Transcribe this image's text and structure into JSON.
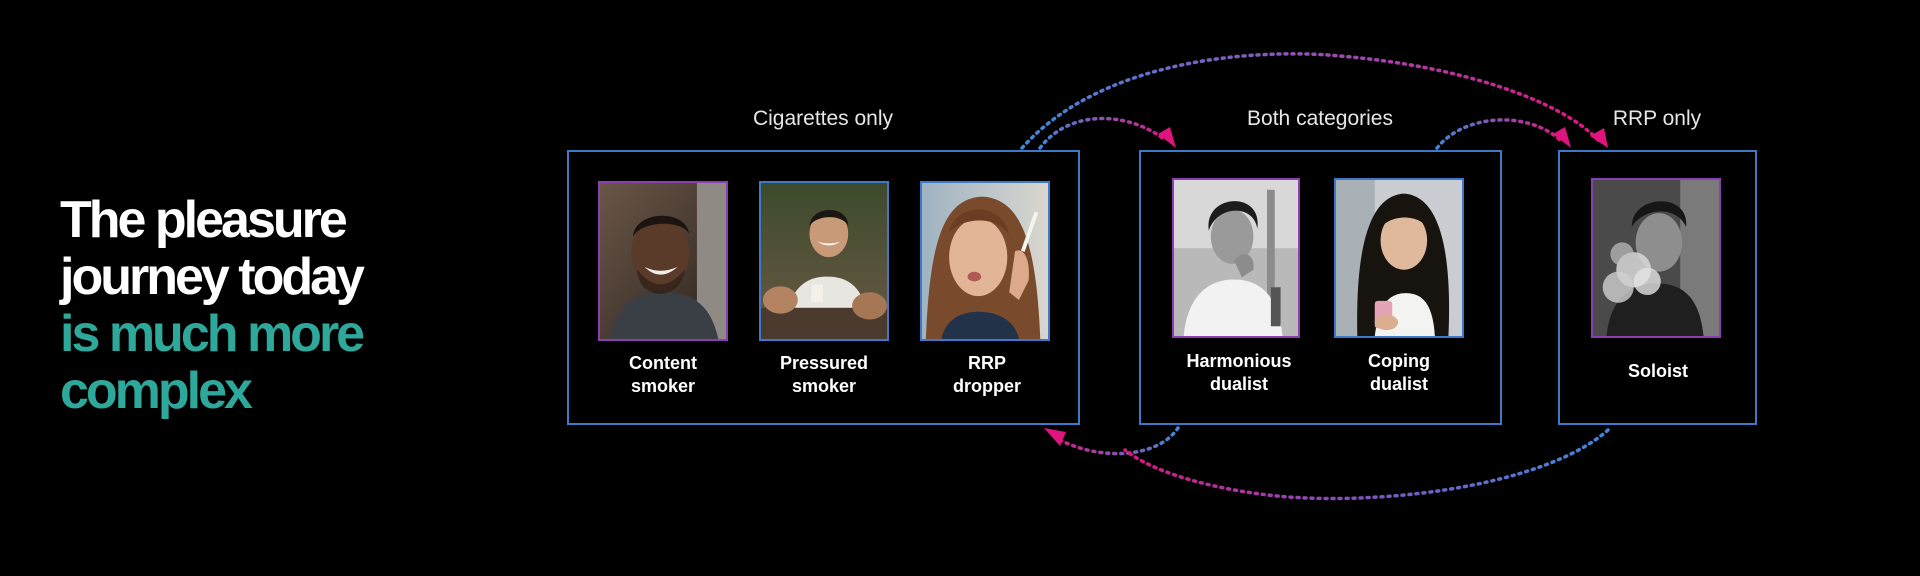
{
  "headline": {
    "line1": "The pleasure",
    "line2": "journey today",
    "line3": "is much more",
    "line4": "complex"
  },
  "groups": [
    {
      "label": "Cigarettes only"
    },
    {
      "label": "Both categories"
    },
    {
      "label": "RRP only"
    }
  ],
  "personas": [
    {
      "line1": "Content",
      "line2": "smoker",
      "photo_icon": "laughing-man-portrait"
    },
    {
      "line1": "Pressured",
      "line2": "smoker",
      "photo_icon": "man-with-friends-portrait"
    },
    {
      "line1": "RRP",
      "line2": "dropper",
      "photo_icon": "woman-smoking-portrait"
    },
    {
      "line1": "Harmonious",
      "line2": "dualist",
      "photo_icon": "man-vaping-portrait"
    },
    {
      "line1": "Coping",
      "line2": "dualist",
      "photo_icon": "woman-with-phone-portrait"
    },
    {
      "line1": "Soloist",
      "line2": "",
      "photo_icon": "man-vapor-cloud-portrait"
    }
  ],
  "colors": {
    "background": "#000000",
    "headline_white": "#ffffff",
    "headline_teal": "#2ea89b",
    "box_border": "#3e78c8",
    "frame_purple": "#8a3fb0",
    "frame_blue": "#3e78c8",
    "arrow_blue": "#3f88d8",
    "arrow_magenta": "#e0147e"
  }
}
